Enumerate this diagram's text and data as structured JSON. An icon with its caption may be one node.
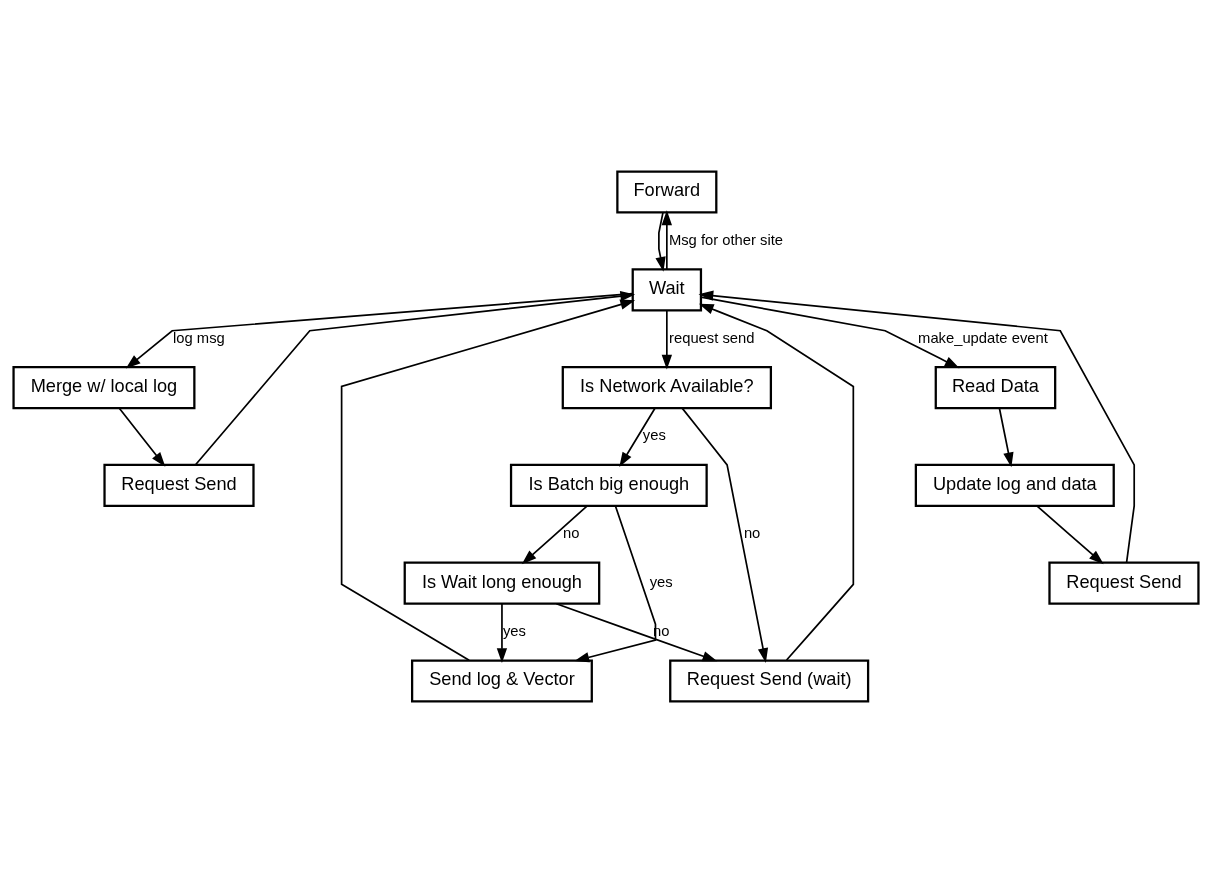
{
  "diagram": {
    "nodes": [
      {
        "text": [
          "Forward"
        ]
      },
      {
        "text": [
          "Wait"
        ]
      },
      {
        "text": [
          "Merge w/ local log"
        ]
      },
      {
        "text": [
          "Is Network Available?"
        ]
      },
      {
        "text": [
          "Request Send (wait)"
        ]
      },
      {
        "text": [
          "Read Data"
        ]
      },
      {
        "text": [
          "Request Send"
        ]
      },
      {
        "text": [
          "Is Batch big enough"
        ]
      },
      {
        "text": [
          "Is Wait long enough"
        ]
      },
      {
        "text": [
          "Update log and data"
        ]
      },
      {
        "text": [
          "Send log & Vector"
        ]
      },
      {
        "text": [
          "Request Send"
        ]
      }
    ],
    "edges": [
      {
        "from": 1,
        "to": 0,
        "arrow": "to",
        "label": "Msg for other site"
      },
      {
        "from": 0,
        "to": 1,
        "arrow": "to"
      },
      {
        "from": 1,
        "to": 2,
        "arrow": "to",
        "label": "log msg"
      },
      {
        "from": 1,
        "to": 3,
        "arrow": "to",
        "label": "request send"
      },
      {
        "from": 1,
        "to": 5,
        "arrow": "to",
        "label": "make_update event"
      },
      {
        "from": 2,
        "to": 6,
        "arrow": "to"
      },
      {
        "from": 6,
        "to": 1,
        "arrow": "to"
      },
      {
        "from": 3,
        "to": 4,
        "arrow": "to",
        "label": "no"
      },
      {
        "from": 3,
        "to": 7,
        "arrow": "to",
        "label": "yes"
      },
      {
        "from": 7,
        "to": 8,
        "arrow": "to",
        "label": "no"
      },
      {
        "from": 8,
        "to": 4,
        "arrow": "to",
        "label": "no"
      },
      {
        "from": 7,
        "to": 10,
        "arrow": "to",
        "label": "yes"
      },
      {
        "from": 8,
        "to": 10,
        "arrow": "to",
        "label": "yes"
      },
      {
        "from": 5,
        "to": 9,
        "arrow": "to"
      },
      {
        "from": 9,
        "to": 11,
        "arrow": "to"
      },
      {
        "from": 4,
        "to": 1,
        "arrow": "to"
      },
      {
        "from": 10,
        "to": 1,
        "arrow": "to"
      },
      {
        "from": 11,
        "to": 1,
        "arrow": "to"
      }
    ]
  }
}
